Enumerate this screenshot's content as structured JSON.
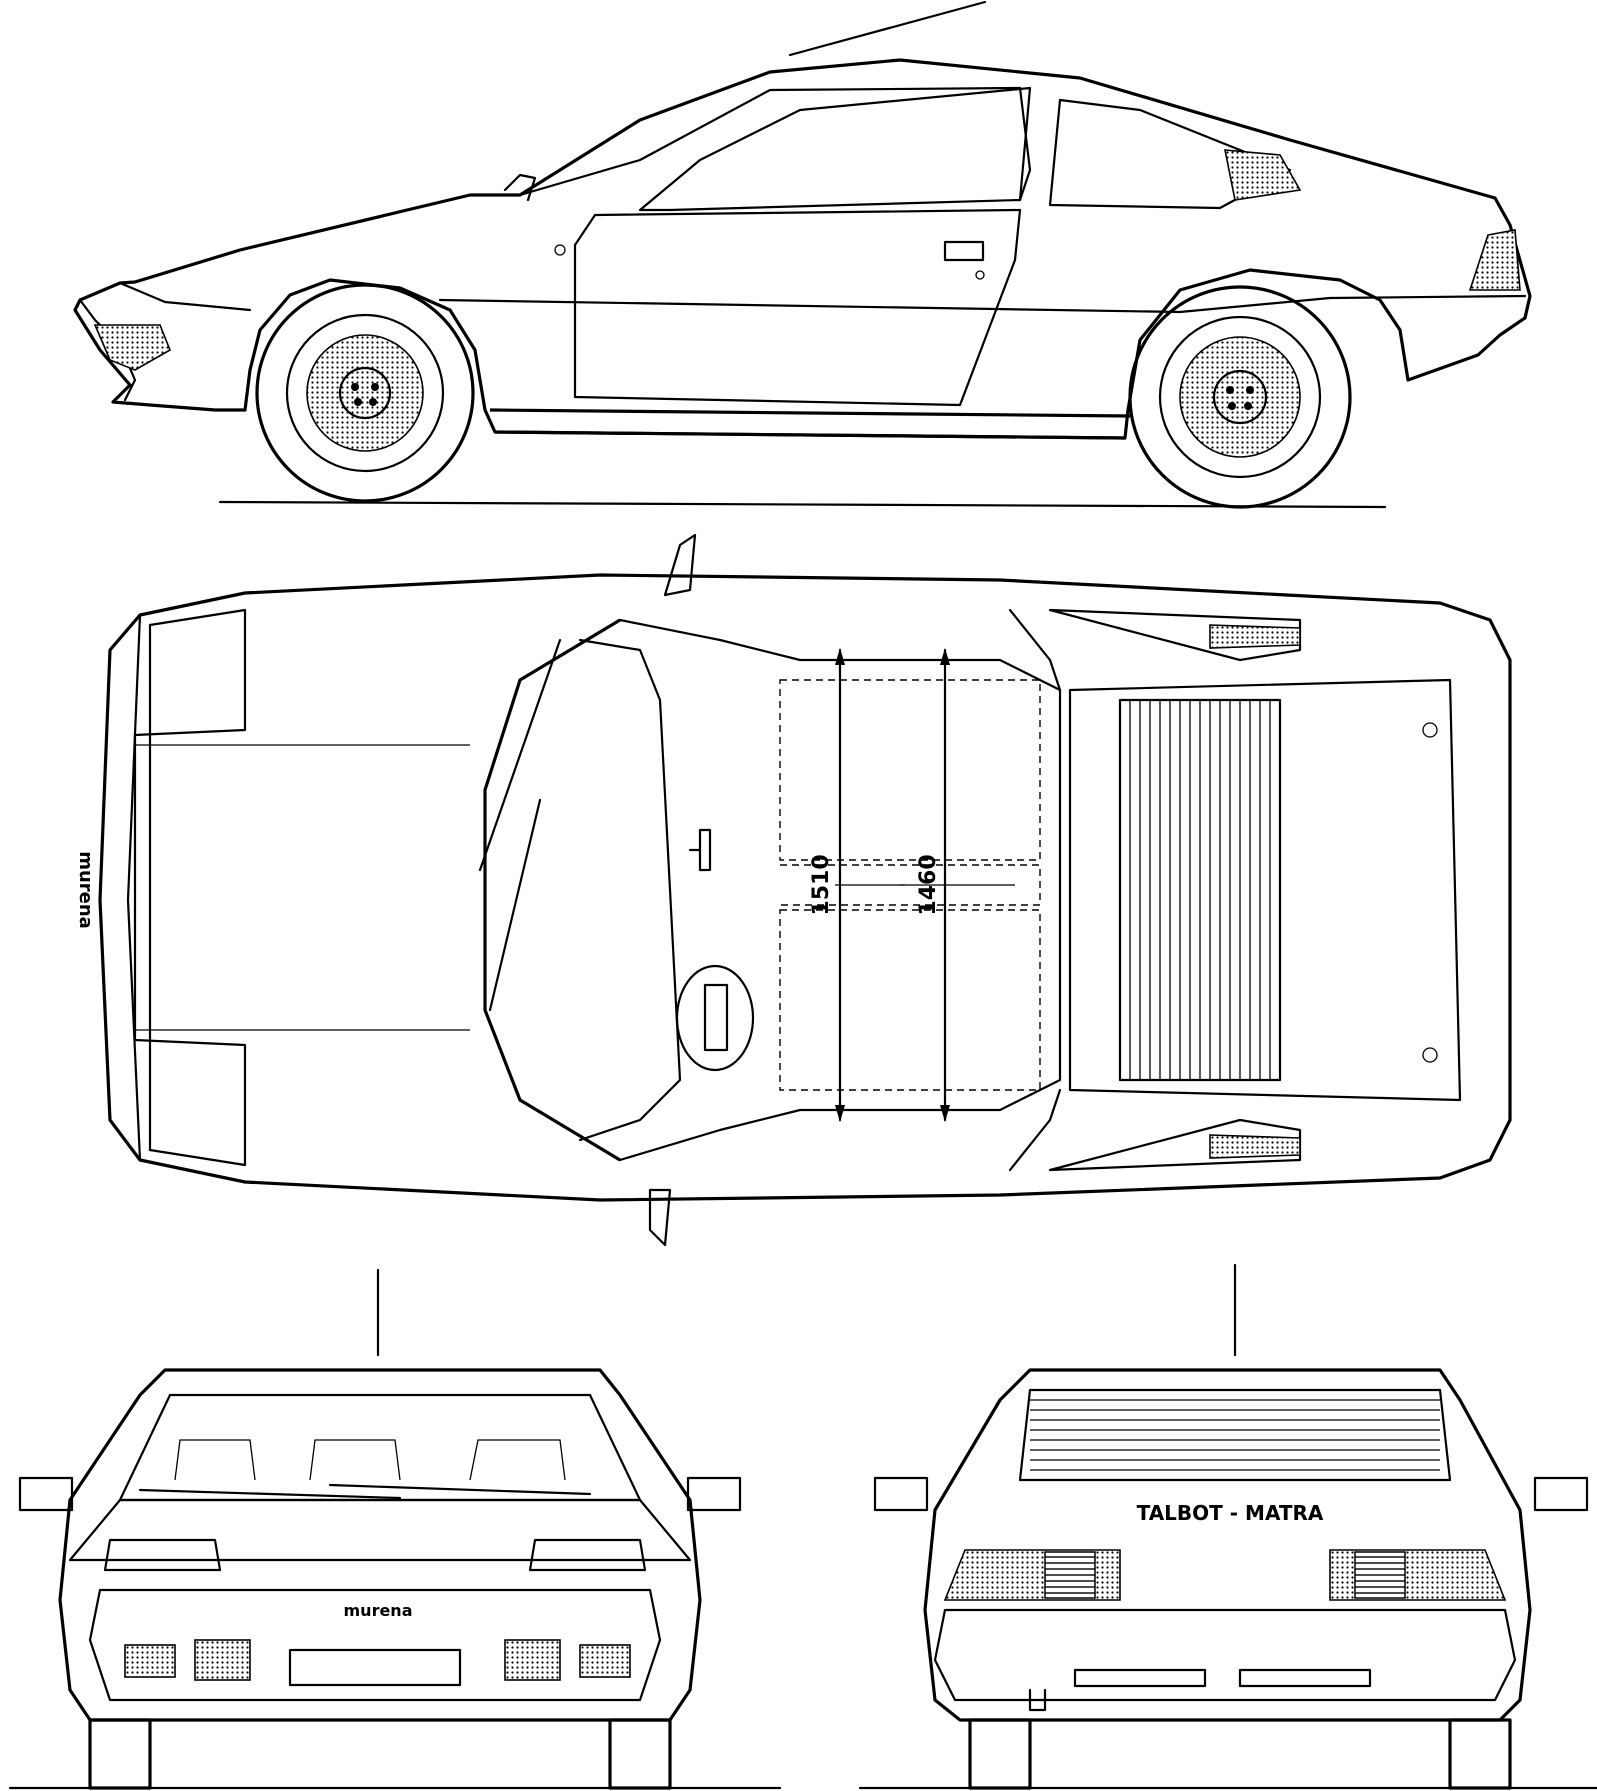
{
  "dimensions": {
    "front_track": "1510",
    "rear_track": "1460"
  },
  "badges": {
    "hood": "murena",
    "front_bumper": "murena",
    "rear_panel": "TALBOT - MATRA"
  },
  "colors": {
    "ink": "#000000",
    "paper": "#ffffff"
  }
}
